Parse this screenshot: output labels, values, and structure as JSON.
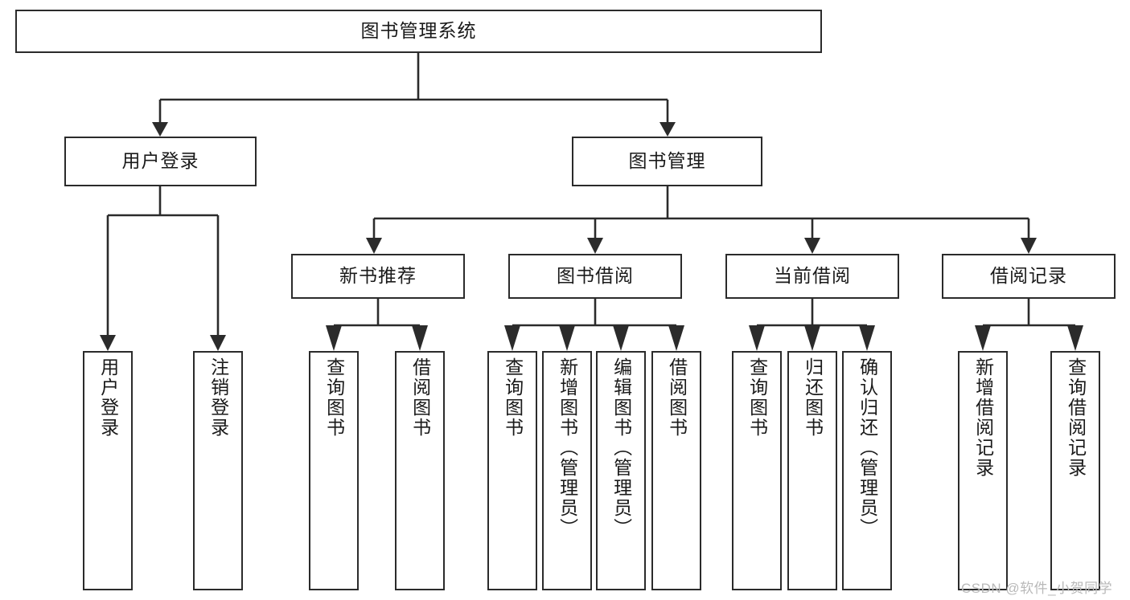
{
  "diagram": {
    "title": "图书管理系统",
    "watermark": "CSDN @软件_小贺同学",
    "edge_color": "#2b2b2b",
    "box_border_color": "#2b2b2b",
    "box_fill": "#ffffff",
    "text_color": "#1a1a1a",
    "watermark_color": "#b9b9b9",
    "nodes": {
      "root": "图书管理系统",
      "user_login": "用户登录",
      "book_manage": "图书管理",
      "new_book_rec": "新书推荐",
      "book_borrow": "图书借阅",
      "current_borrow": "当前借阅",
      "borrow_record": "借阅记录",
      "leaf_user_login": "用户登录",
      "leaf_logout": "注销登录",
      "leaf_query_book_1": "查询图书",
      "leaf_borrow_book_1": "借阅图书",
      "leaf_query_book_2": "查询图书",
      "leaf_add_book_admin": "新增图书（管理员）",
      "leaf_edit_book_admin": "编辑图书（管理员）",
      "leaf_borrow_book_2": "借阅图书",
      "leaf_query_book_3": "查询图书",
      "leaf_return_book": "归还图书",
      "leaf_confirm_return_admin": "确认归还（管理员）",
      "leaf_add_record": "新增借阅记录",
      "leaf_query_record": "查询借阅记录"
    }
  }
}
